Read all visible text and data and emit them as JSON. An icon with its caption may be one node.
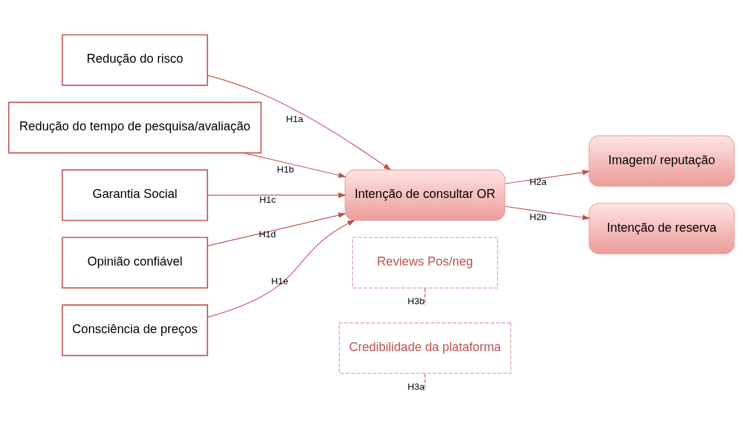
{
  "diagram": {
    "nodes": [
      {
        "text": [
          "Credibilidade da plataforma"
        ]
      },
      {
        "text": [
          "Reviews Pos/neg"
        ]
      },
      {
        "text": [
          "Redução do risco"
        ]
      },
      {
        "text": [
          "Redução do tempo de pesquisa/avaliação"
        ]
      },
      {
        "text": [
          "Garantia Social"
        ]
      },
      {
        "text": [
          "Opinião confiável"
        ]
      },
      {
        "text": [
          "Consciência de preços"
        ]
      },
      {
        "text": [
          "Intenção de consultar OR"
        ]
      },
      {
        "text": [
          "Imagem/ reputação"
        ]
      },
      {
        "text": [
          "Intenção de reserva"
        ]
      }
    ],
    "edges": [
      {
        "from": 2,
        "to": 7,
        "arrow": "to",
        "label": "H1a"
      },
      {
        "from": 3,
        "to": 7,
        "arrow": "to",
        "label": "H1b"
      },
      {
        "from": 4,
        "to": 7,
        "arrow": "to",
        "label": "H1c"
      },
      {
        "from": 5,
        "to": 7,
        "arrow": "to",
        "label": "H1d"
      },
      {
        "from": 6,
        "to": 7,
        "arrow": "to",
        "label": "H1e"
      },
      {
        "from": 0,
        "to": null,
        "arrow": "none",
        "label": "H3a",
        "style": "dashed"
      },
      {
        "from": 1,
        "to": null,
        "arrow": "none",
        "label": "H3b",
        "style": "dashed"
      },
      {
        "from": 7,
        "to": 8,
        "arrow": "to",
        "label": "H2a"
      },
      {
        "from": 7,
        "to": 9,
        "arrow": "to",
        "label": "H2b"
      }
    ]
  }
}
